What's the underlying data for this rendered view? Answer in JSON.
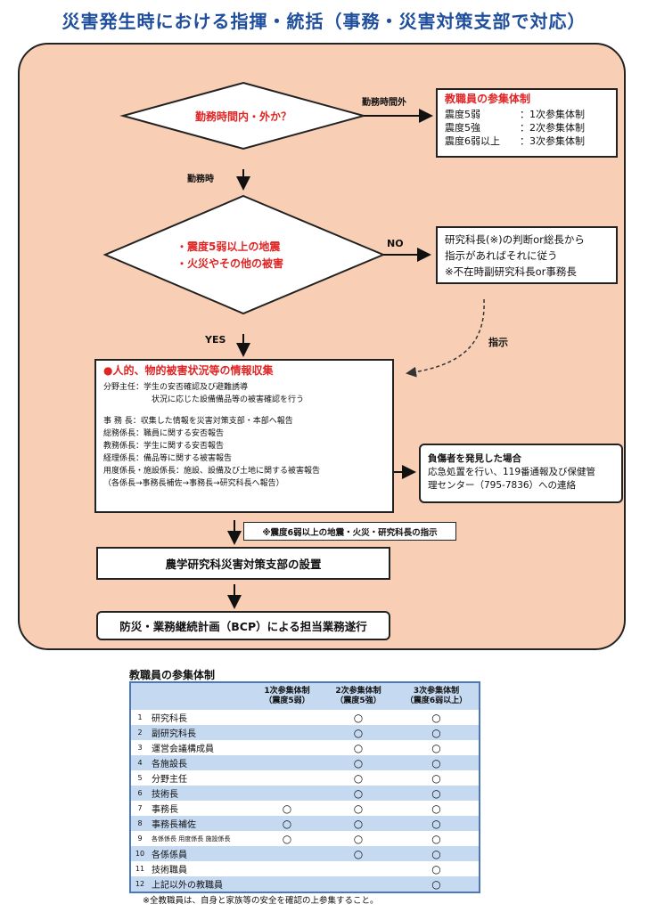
{
  "title": "災害発生時における指揮・統括（事務・災害対策支部で対応）",
  "diamond1": "勤務時間内・外か？",
  "label_outside": "勤務時間外",
  "label_during": "勤務時",
  "box_staff": {
    "heading": "教職員の参集体制",
    "rows": [
      {
        "level": "震度5弱",
        "system": "：1次参集体制"
      },
      {
        "level": "震度5強",
        "system": "：2次参集体制"
      },
      {
        "level": "震度6弱以上",
        "system": "：3次参集体制"
      }
    ]
  },
  "diamond2": {
    "line1": "・震度5弱以上の地震",
    "line2": "・火災やその他の被害"
  },
  "label_no": "NO",
  "label_yes": "YES",
  "box_judge": [
    "研究科長(※)の判断or総長から",
    "指示があればそれに従う",
    "※不在時副研究科長or事務長"
  ],
  "label_instruction": "指示",
  "info_box": {
    "heading": "●人的、物的被害状況等の情報収集",
    "lines1": [
      "分野主任：学生の安否確認及び避難誘導",
      "　　　　　　状況に応じた設備備品等の被害確認を行う"
    ],
    "lines2": [
      "事 務 長：収集した情報を災害対策支部・本部へ報告",
      "総務係長：職員に関する安否報告",
      "教務係長：学生に関する安否報告",
      "経理係長：備品等に関する被害報告",
      "用度係長・施設係長：施設、設備及び土地に関する被害報告",
      "（各係長→事務長補佐→事務長→研究科長へ報告）"
    ]
  },
  "injured_box": {
    "heading": "負傷者を発見した場合",
    "lines": [
      "応急処置を行い、119番通報及び保健管",
      "理センター（795-7836）への連絡"
    ]
  },
  "note_box": "※震度6弱以上の地震・火災・研究科長の指示",
  "setup_box": "農学研究科災害対策支部の設置",
  "bcp_box": "防災・業務継続計画（BCP）による担当業務遂行",
  "table": {
    "title": "教職員の参集体制",
    "headers": [
      {
        "line1": "1次参集体制",
        "line2": "（震度5弱）"
      },
      {
        "line1": "2次参集体制",
        "line2": "（震度5強）"
      },
      {
        "line1": "3次参集体制",
        "line2": "（震度6弱以上）"
      }
    ],
    "rows": [
      {
        "no": "1",
        "name": "研究科長",
        "c1": "",
        "c2": "○",
        "c3": "○"
      },
      {
        "no": "2",
        "name": "副研究科長",
        "c1": "",
        "c2": "○",
        "c3": "○"
      },
      {
        "no": "3",
        "name": "運営会議構成員",
        "c1": "",
        "c2": "○",
        "c3": "○"
      },
      {
        "no": "4",
        "name": "各施設長",
        "c1": "",
        "c2": "○",
        "c3": "○"
      },
      {
        "no": "5",
        "name": "分野主任",
        "c1": "",
        "c2": "○",
        "c3": "○"
      },
      {
        "no": "6",
        "name": "技術長",
        "c1": "",
        "c2": "○",
        "c3": "○"
      },
      {
        "no": "7",
        "name": "事務長",
        "c1": "○",
        "c2": "○",
        "c3": "○"
      },
      {
        "no": "8",
        "name": "事務長補佐",
        "c1": "○",
        "c2": "○",
        "c3": "○"
      },
      {
        "no": "9",
        "name": "各係係長 用度係長 施設係長",
        "c1": "○",
        "c2": "○",
        "c3": "○"
      },
      {
        "no": "10",
        "name": "各係係員",
        "c1": "",
        "c2": "○",
        "c3": "○"
      },
      {
        "no": "11",
        "name": "技術職員",
        "c1": "",
        "c2": "",
        "c3": "○"
      },
      {
        "no": "12",
        "name": "上記以外の教職員",
        "c1": "",
        "c2": "",
        "c3": "○"
      }
    ],
    "footnote": "※全教職員は、自身と家族等の安全を確認の上参集すること。"
  }
}
